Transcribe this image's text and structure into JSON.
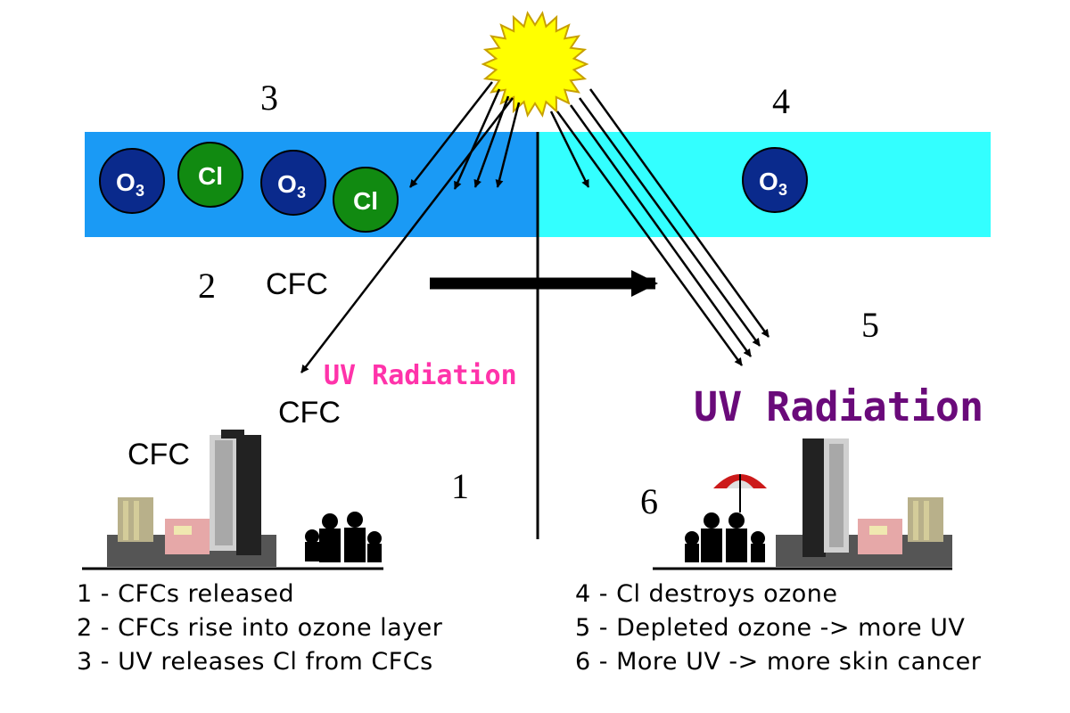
{
  "step_numbers": [
    "1",
    "2",
    "3",
    "4",
    "5",
    "6"
  ],
  "molecules": {
    "ozone_main": "O",
    "ozone_sub": "3",
    "chlorine": "Cl"
  },
  "cfc_label": "CFC",
  "uv_label": "UV Radiation",
  "legend_left": [
    "1 - CFCs released",
    "2 - CFCs rise into ozone layer",
    "3 - UV releases Cl from CFCs"
  ],
  "legend_right": [
    "4 - Cl destroys ozone",
    "5 - Depleted ozone ->  more UV",
    "6 - More UV ->  more skin cancer"
  ],
  "colors": {
    "ozone_layer_intact": "#1a9af5",
    "ozone_layer_depleted": "#33ffff",
    "ozone_molecule": "#0a2a8c",
    "chlorine_molecule": "#118a11",
    "sun": "#ffff00",
    "uv_text_left": "#ff33aa",
    "uv_text_right": "#6a0a7a"
  }
}
